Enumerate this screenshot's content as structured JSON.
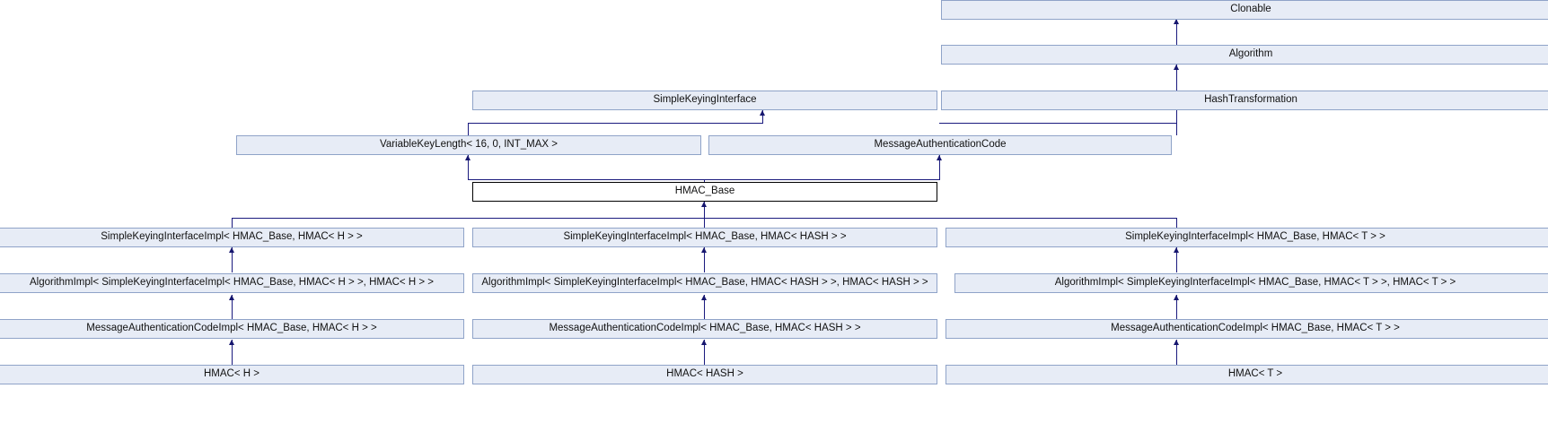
{
  "diagram": {
    "kind": "class-inheritance-graph",
    "background": "#ffffff",
    "node_fill": "#e7ecf6",
    "node_border": "#8fa3c8",
    "current_node_fill": "#ffffff",
    "current_node_border": "#000000",
    "edge_color": "#16166e",
    "nodes": [
      {
        "id": "clonable",
        "label": "Clonable"
      },
      {
        "id": "algorithm",
        "label": "Algorithm"
      },
      {
        "id": "simplekeyinginterface",
        "label": "SimpleKeyingInterface"
      },
      {
        "id": "hashtransformation",
        "label": "HashTransformation"
      },
      {
        "id": "variablekeylength",
        "label": "VariableKeyLength< 16, 0, INT_MAX >"
      },
      {
        "id": "messageauthcode",
        "label": "MessageAuthenticationCode"
      },
      {
        "id": "hmacbase",
        "label": "HMAC_Base"
      },
      {
        "id": "ski_h",
        "label": "SimpleKeyingInterfaceImpl< HMAC_Base, HMAC< H > >"
      },
      {
        "id": "ski_hash",
        "label": "SimpleKeyingInterfaceImpl< HMAC_Base, HMAC< HASH > >"
      },
      {
        "id": "ski_t",
        "label": "SimpleKeyingInterfaceImpl< HMAC_Base, HMAC< T > >"
      },
      {
        "id": "ai_h",
        "label": "AlgorithmImpl< SimpleKeyingInterfaceImpl< HMAC_Base, HMAC< H > >, HMAC< H > >"
      },
      {
        "id": "ai_hash",
        "label": "AlgorithmImpl< SimpleKeyingInterfaceImpl< HMAC_Base, HMAC< HASH > >, HMAC< HASH > >"
      },
      {
        "id": "ai_t",
        "label": "AlgorithmImpl< SimpleKeyingInterfaceImpl< HMAC_Base, HMAC< T > >, HMAC< T > >"
      },
      {
        "id": "mac_h",
        "label": "MessageAuthenticationCodeImpl< HMAC_Base, HMAC< H > >"
      },
      {
        "id": "mac_hash",
        "label": "MessageAuthenticationCodeImpl< HMAC_Base, HMAC< HASH > >"
      },
      {
        "id": "mac_t",
        "label": "MessageAuthenticationCodeImpl< HMAC_Base, HMAC< T > >"
      },
      {
        "id": "hmac_h",
        "label": "HMAC< H >"
      },
      {
        "id": "hmac_hash",
        "label": "HMAC< HASH >"
      },
      {
        "id": "hmac_t",
        "label": "HMAC< T >"
      }
    ]
  }
}
